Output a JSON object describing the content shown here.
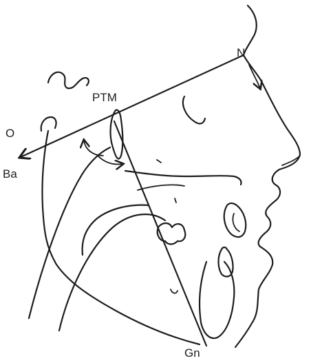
{
  "landmarks": {
    "n": "N",
    "ptm": "PTM",
    "o": "O",
    "ba": "Ba",
    "gn": "Gn"
  },
  "colors": {
    "ink": "#1c1c1c",
    "background": "#ffffff"
  }
}
